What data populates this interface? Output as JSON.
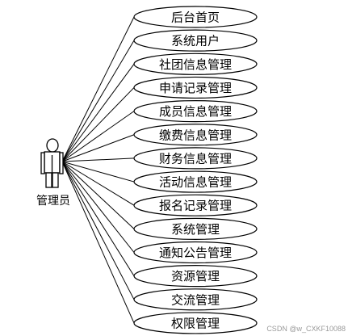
{
  "actor": {
    "label": "管理员"
  },
  "use_cases": [
    "后台首页",
    "系统用户",
    "社团信息管理",
    "申请记录管理",
    "成员信息管理",
    "缴费信息管理",
    "财务信息管理",
    "活动信息管理",
    "报名记录管理",
    "系统管理",
    "通知公告管理",
    "资源管理",
    "交流管理",
    "权限管理"
  ],
  "watermark": "CSDN @w_CXKF10088"
}
